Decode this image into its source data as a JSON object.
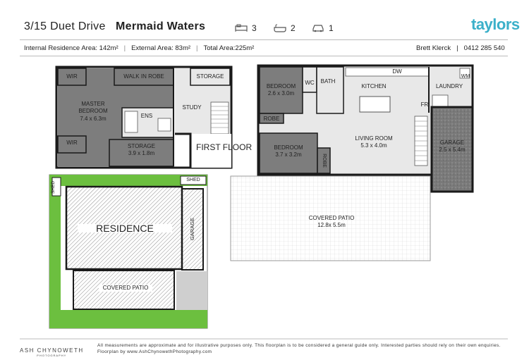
{
  "header": {
    "address": "3/15 Duet Drive",
    "suburb": "Mermaid Waters",
    "bedrooms": "3",
    "bathrooms": "2",
    "car_spaces": "1",
    "brand": "taylors",
    "internal_area": "Internal Residence Area: 142m²",
    "external_area": "External Area: 83m²",
    "total_area": "Total Area:225m²",
    "separator": "|",
    "agent_name": "Brett Klerck",
    "agent_phone": "0412 285 540"
  },
  "first_floor": {
    "wir_top": "WIR",
    "walk_in_robe": "WALK IN ROBE",
    "storage_top": "STORAGE",
    "master_bedroom": "MASTER\nBEDROOM",
    "master_dims": "7.4 x 6.3m",
    "ens": "ENS",
    "study": "STUDY",
    "wir_bottom": "WIR",
    "storage_bottom": "STORAGE",
    "storage_dims": "3.9 x 1.8m",
    "label": "FIRST FLOOR"
  },
  "ground_floor": {
    "bedroom_top": "BEDROOM",
    "bedroom_top_dims": "2.6 x 3.0m",
    "wc": "WC",
    "bath": "BATH",
    "kitchen": "KITCHEN",
    "dw": "DW",
    "laundry": "LAUNDRY",
    "wm": "WM",
    "robe_top": "ROBE",
    "fr": "FR",
    "bedroom_bottom": "BEDROOM",
    "bedroom_bottom_dims": "3.7 x 3.2m",
    "robe_side": "ROBE",
    "living_room": "LIVING ROOM",
    "living_dims": "5.3 x 4.0m",
    "garage": "GARAGE",
    "garage_dims": "2.5 x 5.4m",
    "covered_patio": "COVERED PATIO",
    "covered_patio_dims": "12.8x 5.5m"
  },
  "site_plan": {
    "shed_left": "SHED",
    "shed_top": "SHED",
    "residence": "RESIDENCE",
    "garage": "GARAGE",
    "covered_patio": "COVERED PATIO"
  },
  "footer": {
    "photographer": "ASH CHYNOWETH",
    "photographer_sub": "PHOTOGRAPHY",
    "disclaimer": "All measurements are approximate and for illustrative purposes only. This floorplan is to be considered a general guide only. Interested parties should rely on their own enquiries. Floorplan by www.AshChynowethPhotography.com"
  },
  "colors": {
    "room_fill": "#7d7d7d",
    "light_fill": "#e8e8e8",
    "wall": "#1a1a1a",
    "grass": "#6cbf3f",
    "brand": "#3bb0c9"
  }
}
